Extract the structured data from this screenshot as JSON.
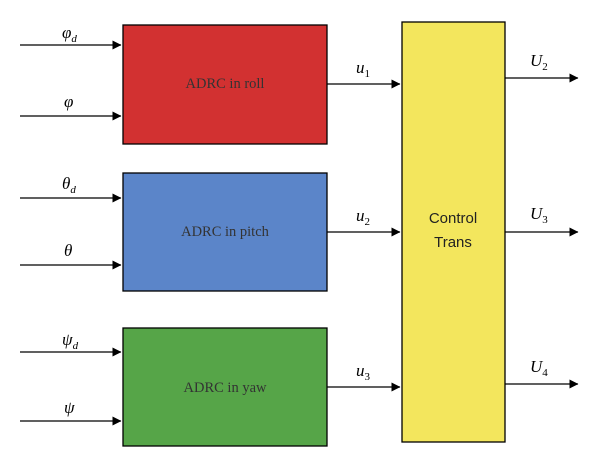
{
  "blocks": {
    "roll": {
      "label": "ADRC in roll",
      "color": "#d23131"
    },
    "pitch": {
      "label": "ADRC in pitch",
      "color": "#5b85c9"
    },
    "yaw": {
      "label": "ADRC in yaw",
      "color": "#56a548"
    },
    "control": {
      "line1": "Control",
      "line2": "Trans",
      "color": "#f3e65d"
    }
  },
  "inputs": {
    "phi_d": {
      "base": "φ",
      "sub": "d"
    },
    "phi": {
      "base": "φ"
    },
    "theta_d": {
      "base": "θ",
      "sub": "d"
    },
    "theta": {
      "base": "θ"
    },
    "psi_d": {
      "base": "ψ",
      "sub": "d"
    },
    "psi": {
      "base": "ψ"
    }
  },
  "signals": {
    "u1": {
      "base": "u",
      "sub": "1"
    },
    "u2": {
      "base": "u",
      "sub": "2"
    },
    "u3": {
      "base": "u",
      "sub": "3"
    }
  },
  "outputs": {
    "U2": {
      "base": "U",
      "sub": "2"
    },
    "U3": {
      "base": "U",
      "sub": "3"
    },
    "U4": {
      "base": "U",
      "sub": "4"
    }
  }
}
